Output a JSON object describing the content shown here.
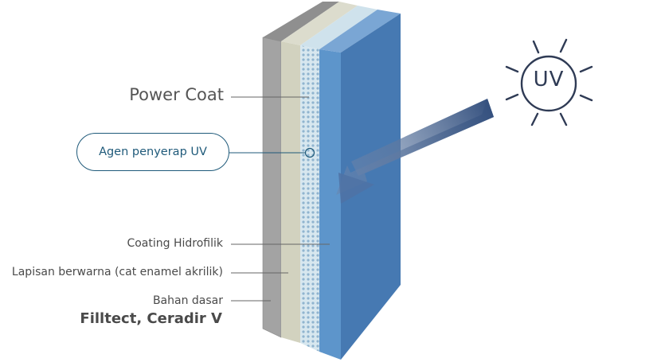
{
  "labels": {
    "power_coat": "Power Coat",
    "uv_absorber": "Agen penyerap UV",
    "hydrophilic": "Coating Hidrofilik",
    "color_layer": "Lapisan berwarna (cat enamel akrilik)",
    "base_material": "Bahan dasar",
    "product_name": "Filltect, Ceradir V"
  },
  "sun": {
    "text": "UV"
  },
  "colors": {
    "substrate": "#a3a3a3",
    "color_layer": "#d2d2bf",
    "uv_layer": "#d7e7ef",
    "hydrophilic": "#5d95cb",
    "power_coat": "#4679b2",
    "accent": "#1f5a7a",
    "sun": "#2f3b55"
  }
}
